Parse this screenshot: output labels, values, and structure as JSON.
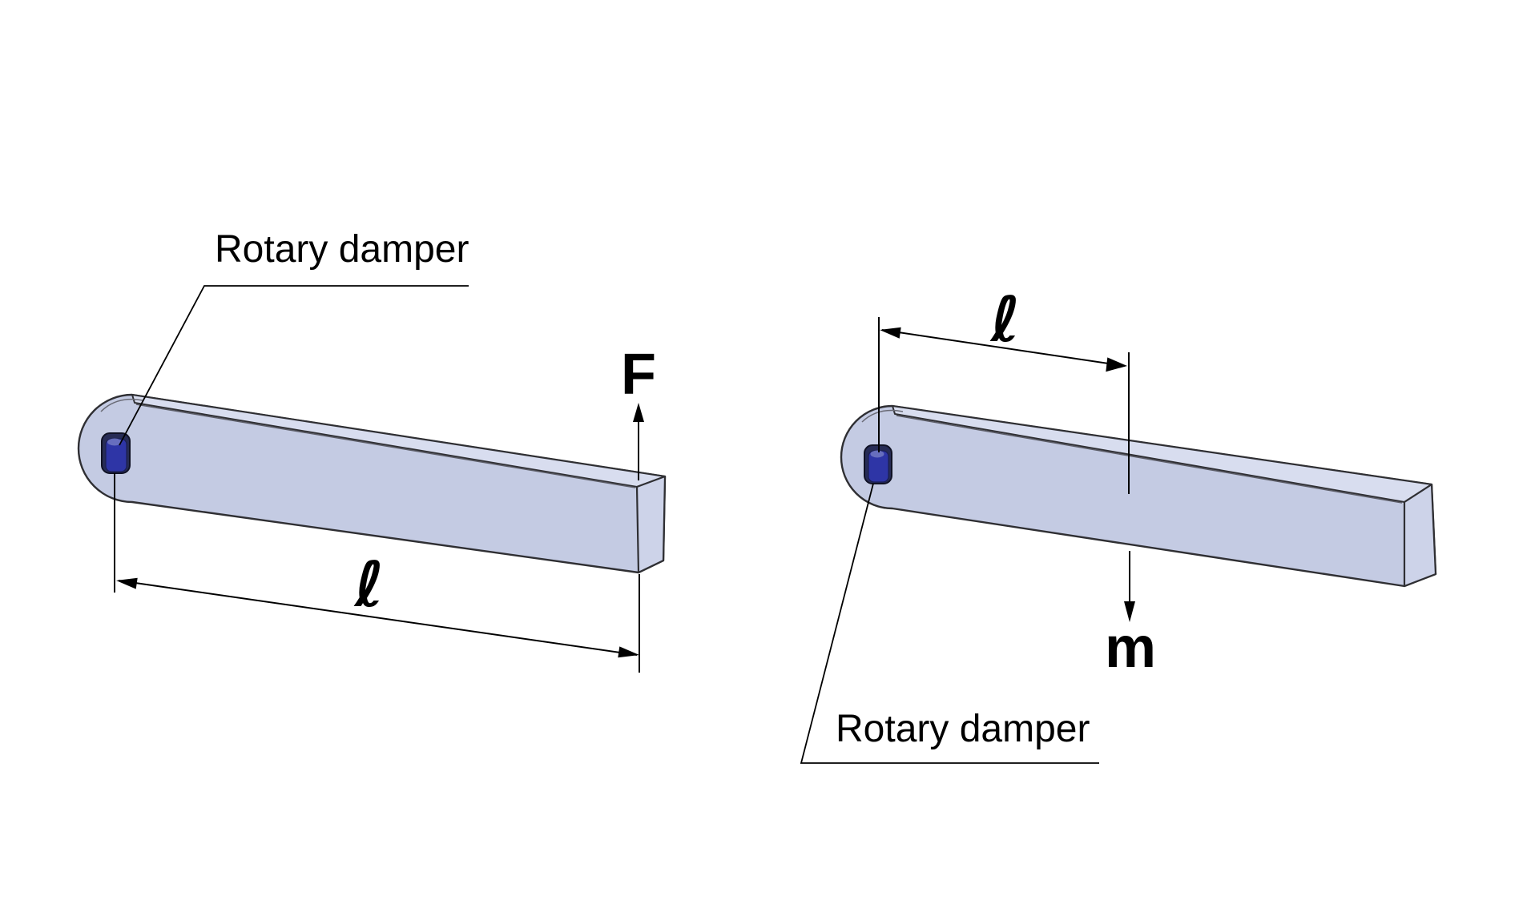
{
  "figure": {
    "background_color": "#ffffff",
    "colors": {
      "bar_front_face": "#c4cbe3",
      "bar_top_face": "#d8ddef",
      "bar_end_face": "#cdd3e9",
      "bar_outline": "#2f2f33",
      "damper_body": "#272c55",
      "damper_face": "#2e35a6",
      "annotation": "#000000"
    },
    "left_diagram": {
      "damper_label": "Rotary damper",
      "force_label": "F",
      "length_label": "ℓ"
    },
    "right_diagram": {
      "damper_label": "Rotary damper",
      "mass_label": "m",
      "length_label": "ℓ"
    }
  }
}
